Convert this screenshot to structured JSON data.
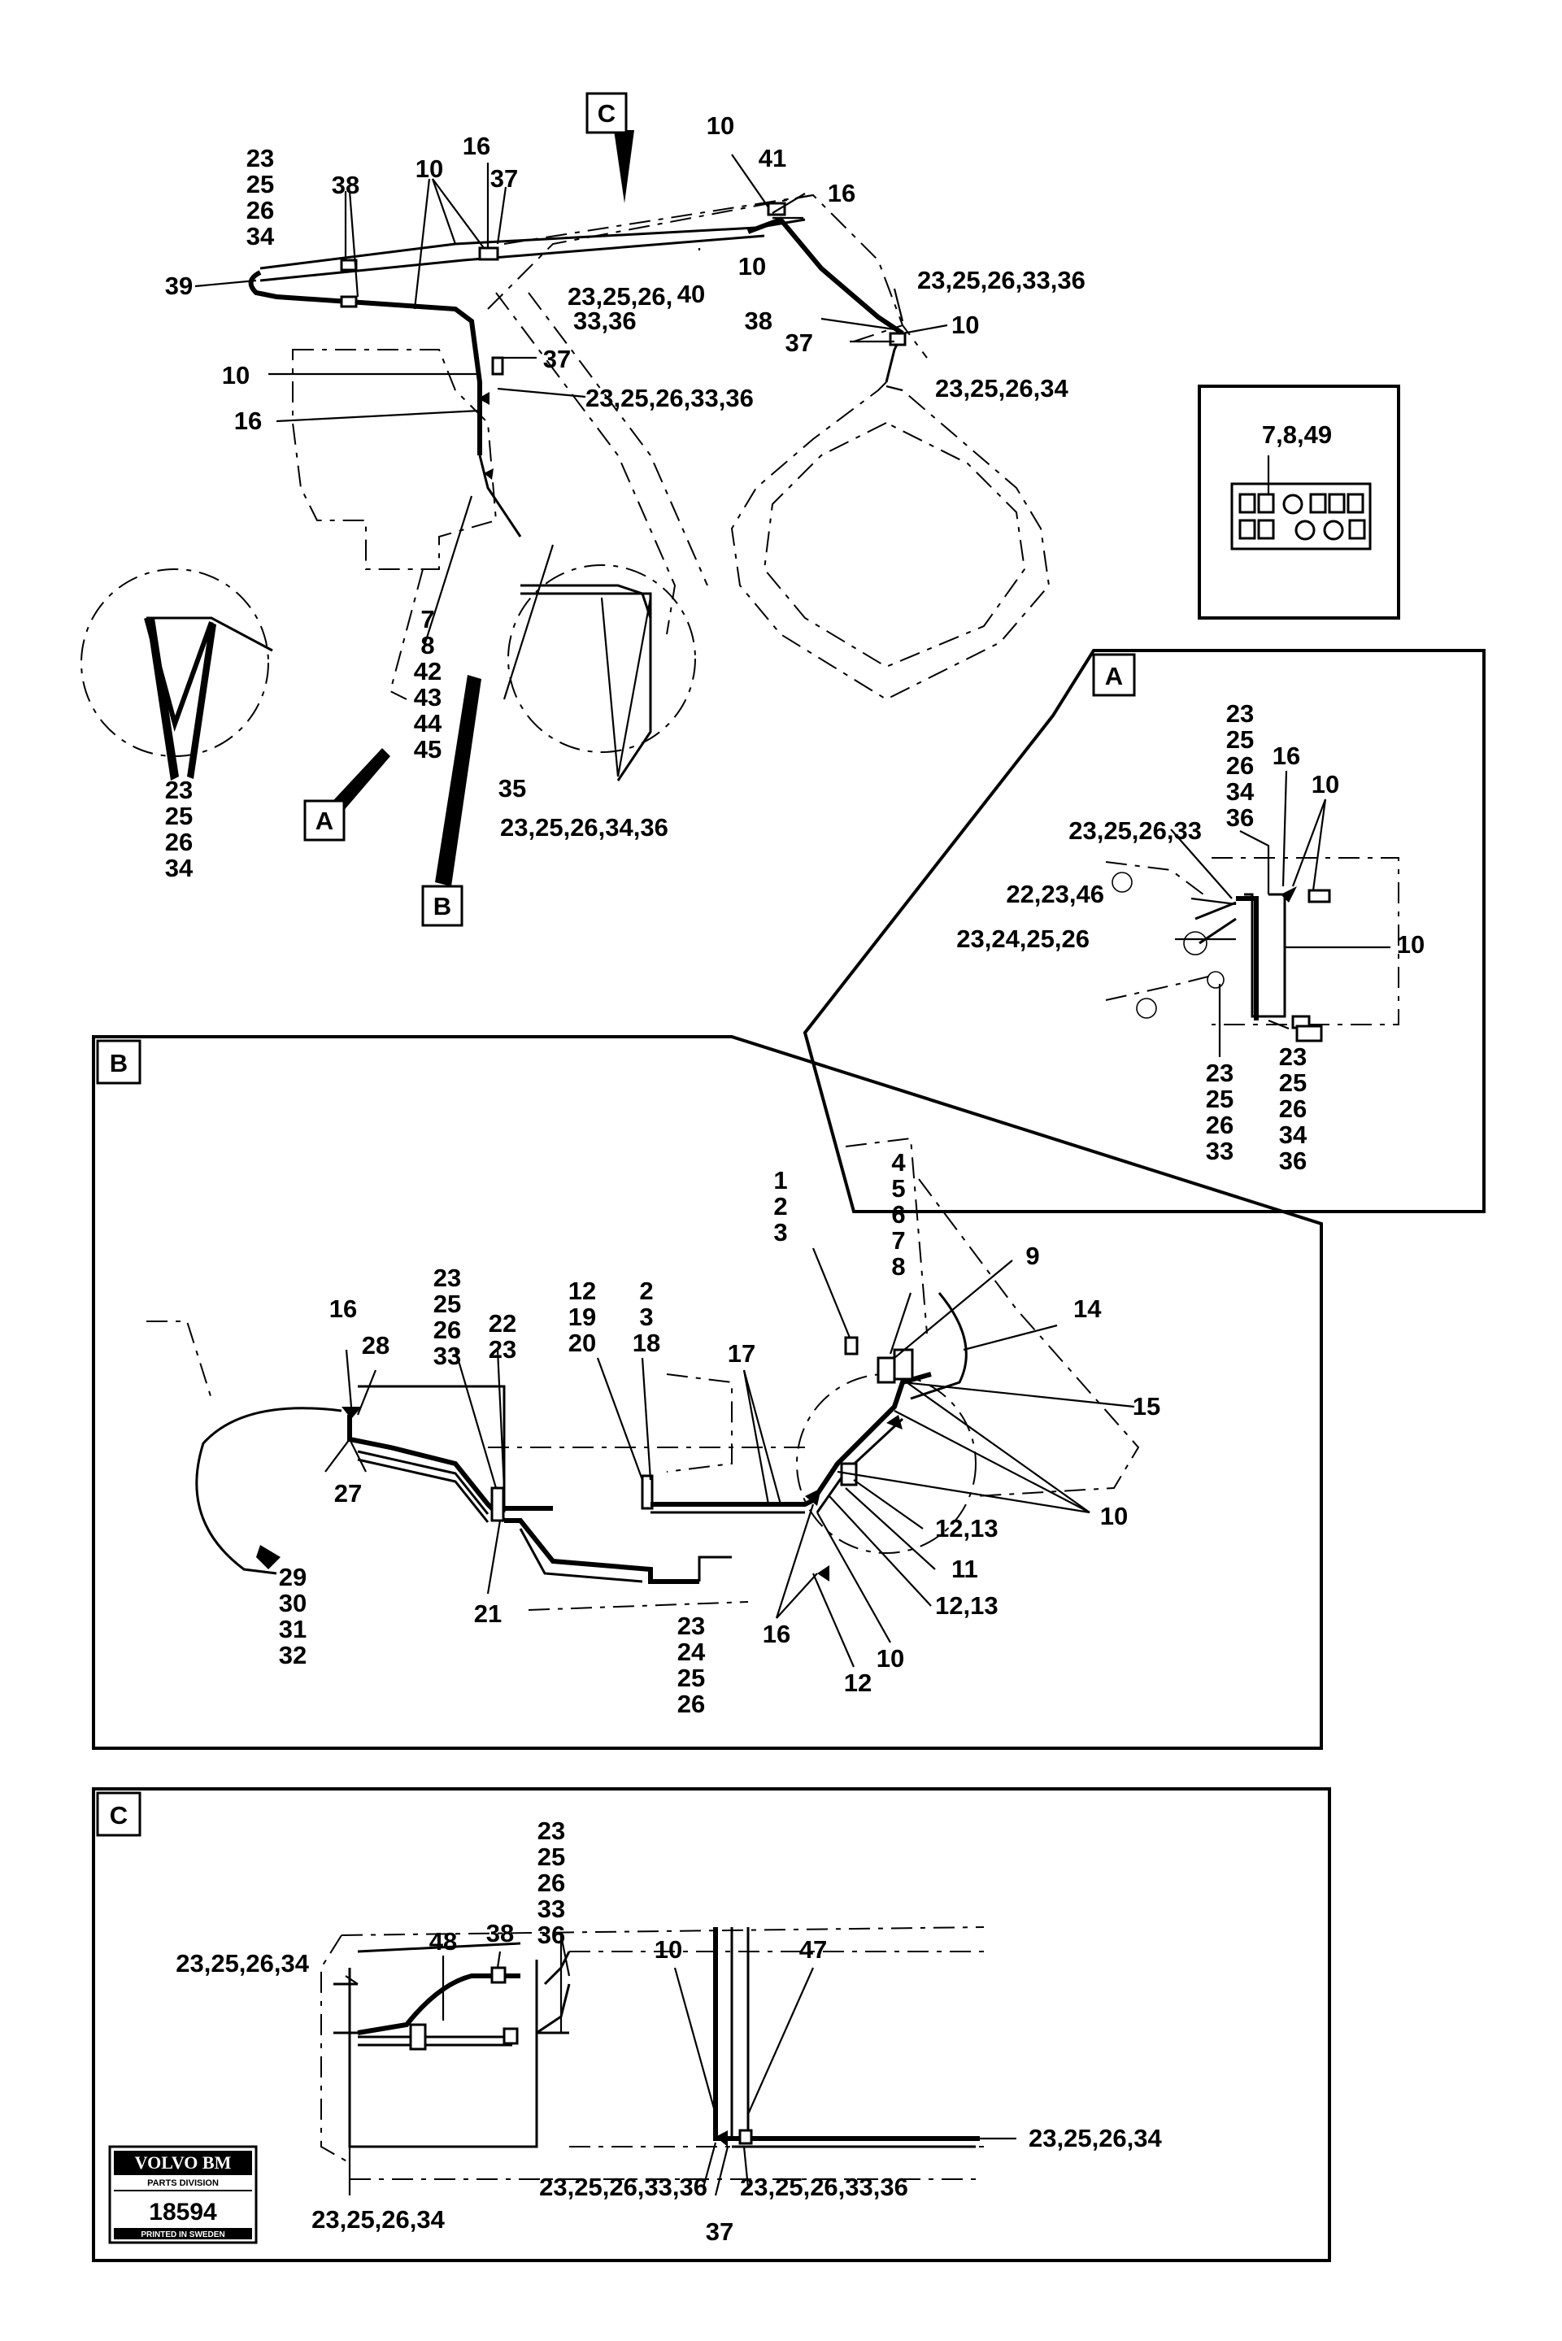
{
  "drawing_number": "18594",
  "logo": {
    "brand": "VOLVO BM",
    "division": "PARTS DIVISION",
    "printed": "PRINTED IN SWEDEN"
  },
  "view_refs": {
    "a": "A",
    "b": "B",
    "c": "C"
  },
  "sections": {
    "a": {
      "letter": "A"
    },
    "b": {
      "letter": "B"
    },
    "c": {
      "letter": "C"
    }
  },
  "callouts": {
    "main": [
      "23",
      "25",
      "26",
      "34",
      "38",
      "10",
      "16",
      "37",
      "39",
      "10",
      "16",
      "23,25,26,",
      "33,36",
      "40",
      "10",
      "41",
      "10",
      "16",
      "37",
      "23,25,26,33,36",
      "7",
      "8",
      "42",
      "43",
      "44",
      "45",
      "23",
      "25",
      "26",
      "34",
      "35",
      "23,25,26,34,36",
      "23,25,26,33,36",
      "38",
      "10",
      "37",
      "23,25,26,34",
      "7,8,49"
    ],
    "a": [
      "23",
      "25",
      "26",
      "34",
      "36",
      "16",
      "10",
      "23,25,26,33",
      "22,23,46",
      "23,24,25,26",
      "10",
      "23",
      "25",
      "26",
      "33",
      "23",
      "25",
      "26",
      "34",
      "36"
    ],
    "b": [
      "1",
      "2",
      "3",
      "4",
      "5",
      "6",
      "7",
      "8",
      "9",
      "14",
      "16",
      "28",
      "27",
      "23",
      "25",
      "26",
      "33",
      "22",
      "23",
      "12",
      "19",
      "20",
      "2",
      "3",
      "18",
      "17",
      "15",
      "10",
      "12,13",
      "11",
      "12,13",
      "16",
      "10",
      "12",
      "21",
      "23",
      "24",
      "25",
      "26",
      "29",
      "30",
      "31",
      "32"
    ],
    "c": [
      "23",
      "25",
      "26",
      "33",
      "36",
      "38",
      "48",
      "23,25,26,34",
      "10",
      "47",
      "23,25,26,34",
      "23,25,26,33,36",
      "37",
      "23,25,26,33,36",
      "23,25,26,34"
    ]
  }
}
